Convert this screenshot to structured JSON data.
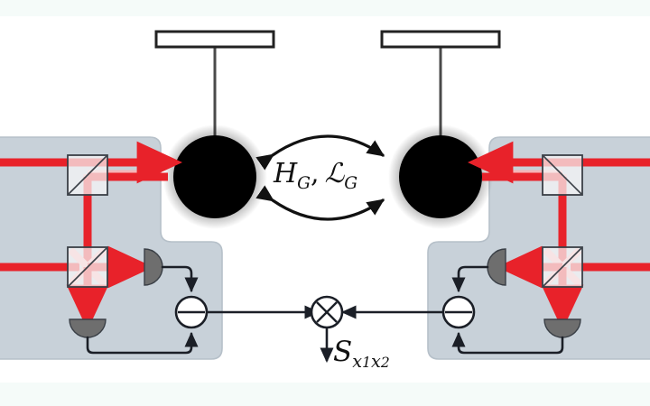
{
  "figure": {
    "title": "Two coupled optomechanical pendulums with homodyne detection and cross-correlation",
    "background_color": "#ffffff",
    "band_color": "#f5fbf9"
  },
  "colors": {
    "panel_fill": "#c8d1d9",
    "panel_stroke": "#b0bac4",
    "beam_red": "#e8222a",
    "beam_red_faded": "#f5a9ab",
    "sphere_black": "#000000",
    "detector_gray": "#6e6e6e",
    "wire_dark": "#1b1f27",
    "optic_fill": "#f7f7f7",
    "optic_stroke": "#3a3f46",
    "pendulum_rod": "#4a4a4a",
    "support_fill": "#ffffff",
    "support_stroke": "#222222"
  },
  "center": {
    "coupling_label": "H",
    "coupling_sub_1": "G",
    "coupling_comma": ",",
    "coupling_label_2": "ℒ",
    "coupling_sub_2": "G",
    "arrow_top_name": "coupling-arrow-top",
    "arrow_bottom_name": "coupling-arrow-bottom"
  },
  "output": {
    "symbol": "S",
    "sub_x1": "x",
    "sub_1": "1",
    "sub_x2": "x",
    "sub_2": "2",
    "operator": "multiplier"
  },
  "left_arm": {
    "name": "left-interferometer-arm",
    "pendulum": {
      "name": "left-pendulum",
      "support_name": "left-pendulum-support",
      "rod_name": "left-pendulum-rod",
      "mass_name": "left-test-mass"
    },
    "optics": [
      {
        "name": "left-beamsplitter-top",
        "type": "beam-splitter"
      },
      {
        "name": "left-beamsplitter-bottom",
        "type": "beam-splitter-homodyne"
      }
    ],
    "detectors": [
      {
        "name": "left-photodetector-upper",
        "type": "photodiode"
      },
      {
        "name": "left-photodetector-lower",
        "type": "photodiode"
      }
    ],
    "subtractor": {
      "name": "left-subtraction-node",
      "symbol": "−"
    },
    "beams": [
      {
        "name": "left-input-beam-upper",
        "direction": "rightward"
      },
      {
        "name": "left-input-beam-lower",
        "direction": "rightward"
      },
      {
        "name": "left-probe-beam-to-mass",
        "direction": "rightward"
      },
      {
        "name": "left-beam-down-to-homodyne",
        "direction": "downward"
      },
      {
        "name": "left-beam-to-detector",
        "direction": "rightward"
      },
      {
        "name": "left-beam-to-lower-detector",
        "direction": "downward"
      }
    ]
  },
  "right_arm": {
    "name": "right-interferometer-arm",
    "pendulum": {
      "name": "right-pendulum",
      "support_name": "right-pendulum-support",
      "rod_name": "right-pendulum-rod",
      "mass_name": "right-test-mass"
    },
    "optics": [
      {
        "name": "right-beamsplitter-top",
        "type": "beam-splitter"
      },
      {
        "name": "right-beamsplitter-bottom",
        "type": "beam-splitter-homodyne"
      }
    ],
    "detectors": [
      {
        "name": "right-photodetector-upper",
        "type": "photodiode"
      },
      {
        "name": "right-photodetector-lower",
        "type": "photodiode"
      }
    ],
    "subtractor": {
      "name": "right-subtraction-node",
      "symbol": "−"
    },
    "beams": [
      {
        "name": "right-input-beam-upper",
        "direction": "leftward"
      },
      {
        "name": "right-input-beam-lower",
        "direction": "leftward"
      },
      {
        "name": "right-probe-beam-to-mass",
        "direction": "leftward"
      },
      {
        "name": "right-beam-down-to-homodyne",
        "direction": "downward"
      },
      {
        "name": "right-beam-to-detector",
        "direction": "leftward"
      },
      {
        "name": "right-beam-to-lower-detector",
        "direction": "downward"
      }
    ]
  }
}
